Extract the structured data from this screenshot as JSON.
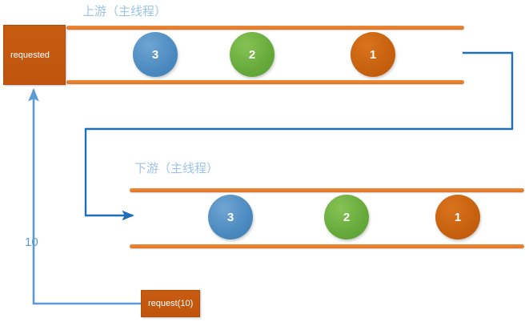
{
  "diagram": {
    "title_upstream": "上游（主线程）",
    "title_downstream": "下游（主线程）",
    "requested_box_label": "requested",
    "request_box_label": "request(10)",
    "demand_label": "10",
    "colors": {
      "box_fill": "#C0570F",
      "rail": "#E07B2A",
      "node_blue": "#4F8FC4",
      "node_green": "#6CAF3F",
      "node_orange": "#C9600F",
      "connector_dark_blue": "#1F6FB5",
      "connector_light_blue": "#5B9BD5",
      "label_blue": "#9DC3E6"
    },
    "upstream": {
      "label": "上游（主线程）",
      "nodes": [
        {
          "value": "3",
          "color": "blue"
        },
        {
          "value": "2",
          "color": "green"
        },
        {
          "value": "1",
          "color": "orange"
        }
      ]
    },
    "downstream": {
      "label": "下游（主线程）",
      "nodes": [
        {
          "value": "3",
          "color": "blue"
        },
        {
          "value": "2",
          "color": "green"
        },
        {
          "value": "1",
          "color": "orange"
        }
      ]
    }
  }
}
